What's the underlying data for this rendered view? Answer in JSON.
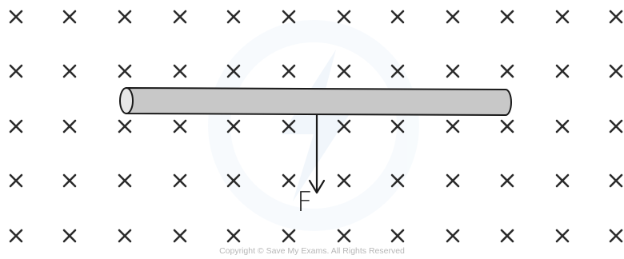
{
  "diagram": {
    "force_label": "F",
    "field_symbol": "cross-into-page",
    "colors": {
      "rod_fill": "#c8c8c8",
      "rod_outline": "#1a1a1a",
      "cross": "#2b2b2b",
      "arrow": "#1a1a1a",
      "watermark": "#eaf3fa"
    }
  },
  "footer": {
    "copyright": "Copyright © Save My Exams. All Rights Reserved"
  }
}
